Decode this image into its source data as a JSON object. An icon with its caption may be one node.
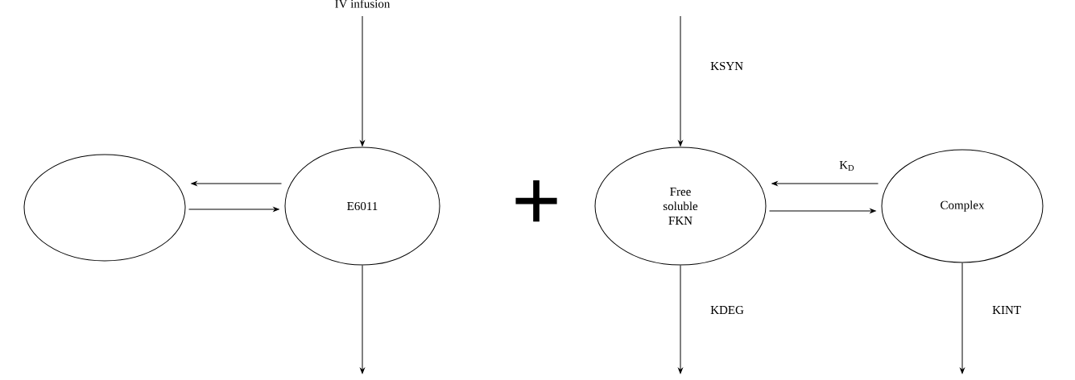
{
  "diagram": {
    "nodes": [
      {
        "text": [],
        "shape": "circle"
      },
      {
        "text": [
          "E6011"
        ]
      },
      {
        "text": [
          "Free soluble FKN"
        ]
      },
      {
        "text": [
          "Complex"
        ]
      }
    ],
    "edges": [
      {
        "from": null,
        "to": 1,
        "arrow": "to",
        "label": "IV infusion"
      },
      {
        "from": 1,
        "to": 0,
        "arrow": "to"
      },
      {
        "from": 0,
        "to": 1,
        "arrow": "to"
      },
      {
        "from": 1,
        "to": null,
        "arrow": "to"
      },
      {
        "from": null,
        "to": 2,
        "arrow": "to",
        "label": "KSYN"
      },
      {
        "from": 3,
        "to": 2,
        "arrow": "to",
        "label": "K$_{D}$"
      },
      {
        "from": 2,
        "to": 3,
        "arrow": "to"
      },
      {
        "from": 2,
        "to": null,
        "arrow": "to",
        "label": "KDEG"
      },
      {
        "from": 3,
        "to": null,
        "arrow": "to",
        "label": "KINT"
      }
    ],
    "labels": [
      "+"
    ]
  }
}
